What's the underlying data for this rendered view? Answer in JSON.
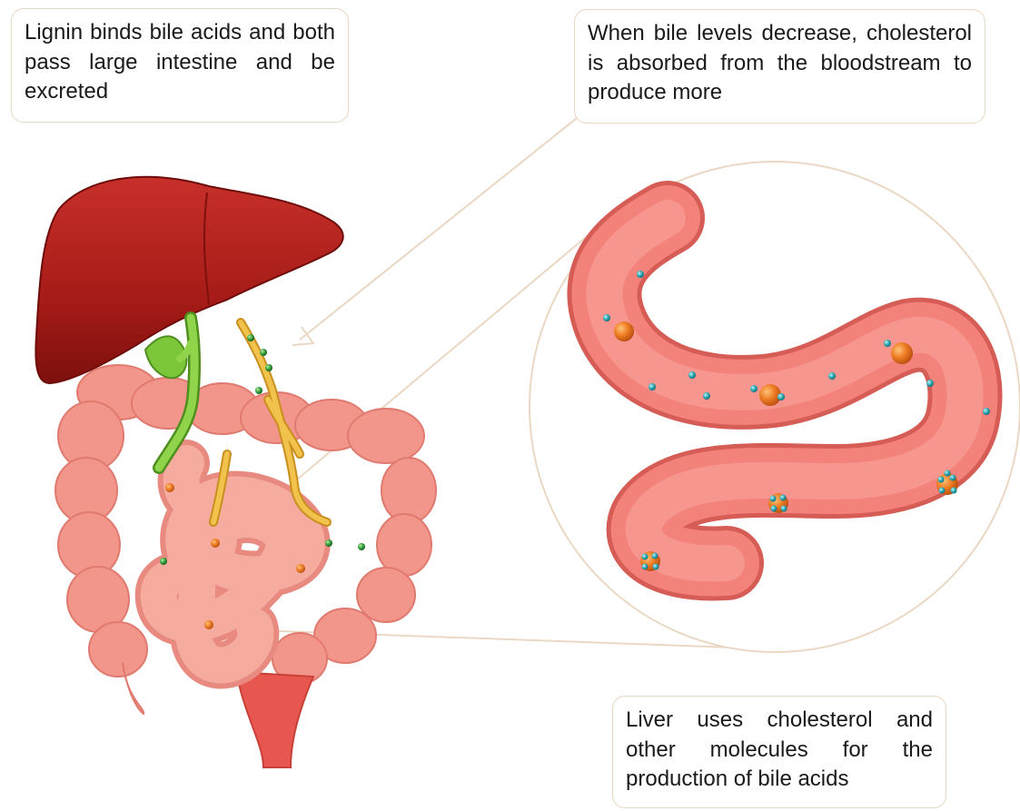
{
  "callouts": {
    "lignin": "Lignin binds bile acids and both pass large intestine and be excreted",
    "cholesterol": "When bile levels decrease, cholesterol is absorbed from the bloodstream to produce more",
    "liver": "Liver uses cholesterol and other molecules for the production of bile acids"
  },
  "colors": {
    "liver": "#b01e1a",
    "gallbladder": "#7cc63a",
    "vessels": "#e8b23a",
    "intestine": "#f2958a",
    "intestine_zoom": "#f3827a",
    "bile_acid_particle": "#e8711f",
    "cholesterol_particle": "#2aa6b0",
    "lignin_particle": "#2f9a3a",
    "callout_border": "#e8d6c2"
  }
}
